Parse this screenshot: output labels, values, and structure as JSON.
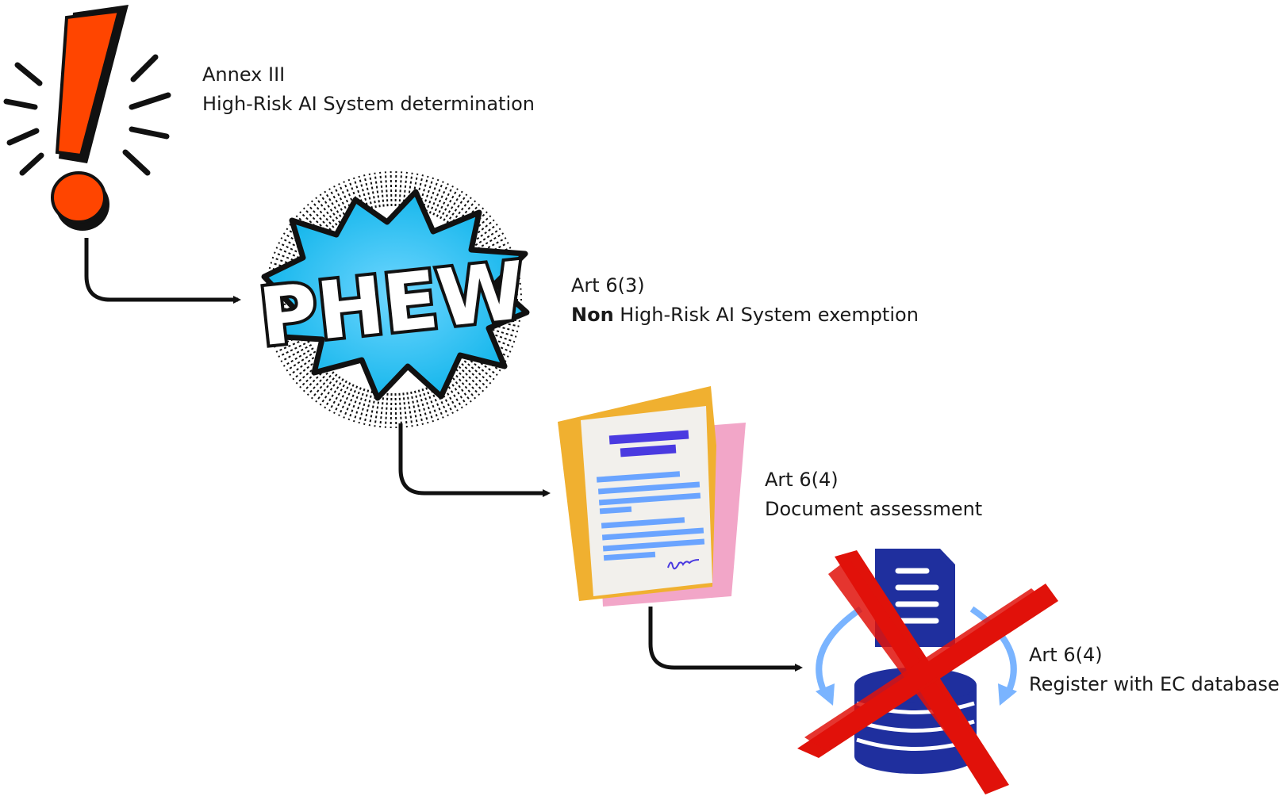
{
  "title": "After:",
  "steps": [
    {
      "ref": "Annex III",
      "desc": "High-Risk AI System determination"
    },
    {
      "ref": "Art 6(3)",
      "desc_bold": "Non",
      "desc": " High-Risk AI System exemption"
    },
    {
      "ref": "Art 6(4)",
      "desc": "Document assessment"
    },
    {
      "ref": "Art 6(4)",
      "desc": "Register with EC database"
    }
  ],
  "illustrations": {
    "step1": "exclamation-mark-icon",
    "step2": "phew-comic-burst",
    "step2_text": "PHEW",
    "step3": "signed-document-icon",
    "step4": "database-sync-icon-crossed-out"
  },
  "colors": {
    "exclamation": "#ff4500",
    "burst": "#17b7ec",
    "folder": "#f0b030",
    "paper_pink": "#f2a6c8",
    "doc_heading": "#4a3ae0",
    "doc_lines": "#6aa4ff",
    "database": "#1f2f9e",
    "sync_arrows": "#7ab4ff",
    "cross": "#e0120a",
    "connector": "#111111"
  }
}
